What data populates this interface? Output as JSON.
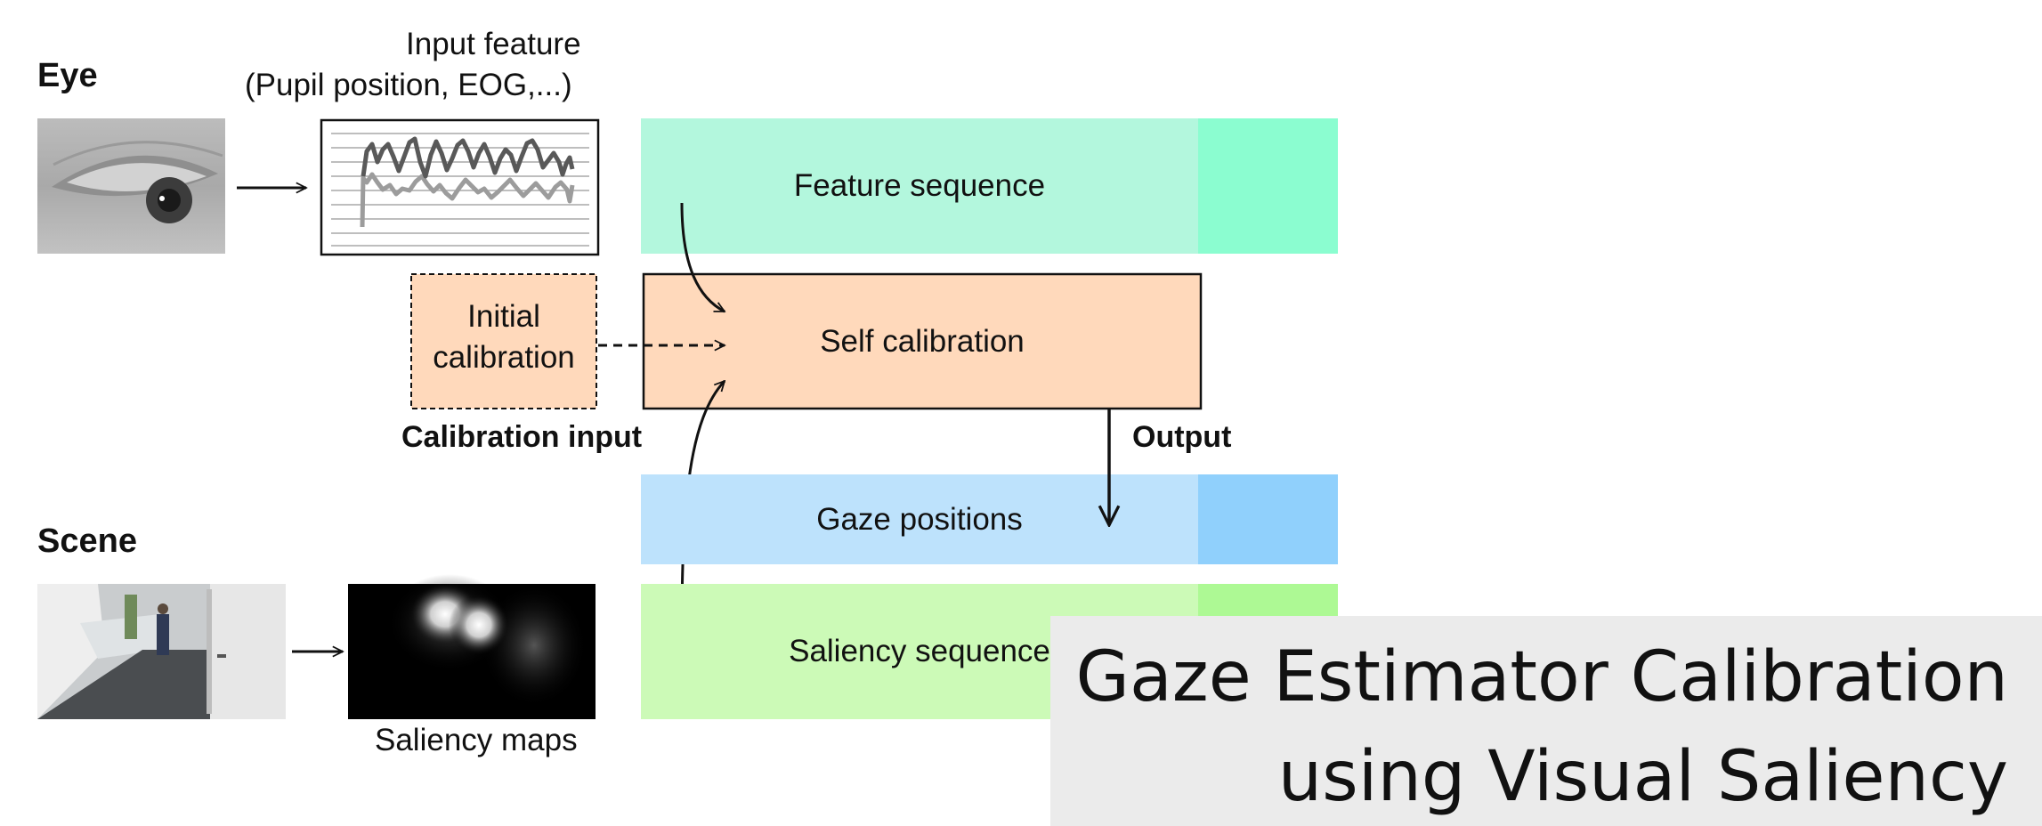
{
  "eye": {
    "section_label": "Eye",
    "input_feature_label_line1": "Input feature",
    "input_feature_label_line2": "(Pupil position, EOG,...)"
  },
  "scene": {
    "section_label": "Scene",
    "saliency_maps_label": "Saliency maps"
  },
  "calibration": {
    "initial_line1": "Initial",
    "initial_line2": "calibration",
    "input_label": "Calibration input",
    "output_label": "Output"
  },
  "rows": {
    "feature_sequence": "Feature sequence",
    "self_calibration": "Self calibration",
    "gaze_positions": "Gaze positions",
    "saliency_sequence": "Saliency sequence"
  },
  "title": {
    "line1": "Gaze Estimator Calibration",
    "line2": "using Visual Saliency"
  },
  "colors": {
    "feature_light": "#b3f7dd",
    "feature_dark": "#8bfdd0",
    "self_calibration": "#ffd9bb",
    "initial_calibration": "#ffd9bb",
    "gaze_light": "#bde2fc",
    "gaze_dark": "#90d0fc",
    "saliency_light": "#ccfab7",
    "saliency_dark": "#adf994",
    "title_bg": "#ebebeb"
  }
}
